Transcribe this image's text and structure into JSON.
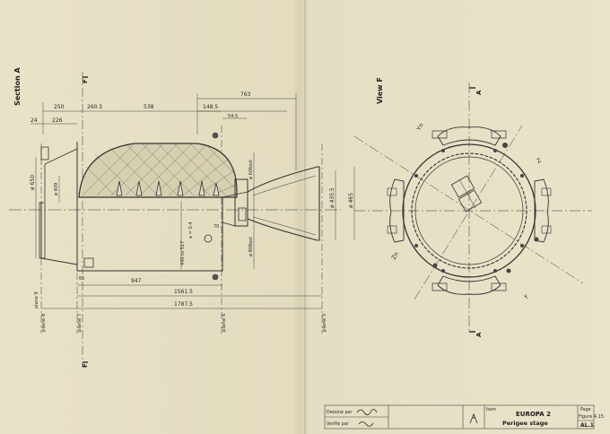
{
  "left_view": {
    "title": "Section A",
    "markers": {
      "top": "F",
      "bottom": "F"
    },
    "dimensions": {
      "d250": "250",
      "d260_5": "260.5",
      "d538": "538",
      "d763": "763",
      "d148_5": "148.5",
      "d54_5": "54.5",
      "d24": "24",
      "d226": "226",
      "d947": "947",
      "d1561_5": "1561.5",
      "d1787_5": "1787.5",
      "dia650": "ø 650",
      "dia409": "ø 409",
      "dia435_5": "ø 435.5",
      "dia465": "ø 465",
      "dia606ext": "ø 606ext",
      "dia808ext": "ø 808ext",
      "range": "440 to 517",
      "e": "e = 0.4",
      "r70": "70"
    },
    "planes": [
      "plane 8",
      "plane 7",
      "plane 6",
      "plane 5"
    ],
    "plane9": "plane 9",
    "small_note": "65"
  },
  "right_view": {
    "title": "View F",
    "markers": {
      "top": "A",
      "bottom": "A"
    },
    "axes": {
      "yn": "Yn",
      "z": "Z",
      "zn": "Zn",
      "y": "Y"
    }
  },
  "title_block": {
    "drawn_label": "Dessine par",
    "checked_label": "Verifie par",
    "item_label": "Item",
    "project": "EUROPA 2",
    "subtitle": "Perigee stage",
    "page_label": "Page",
    "figure": "Figure 4.15",
    "sheet": "AL.1"
  }
}
